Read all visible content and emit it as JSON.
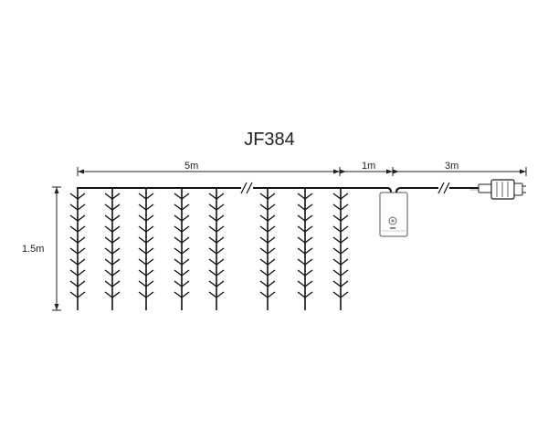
{
  "title": "JF384",
  "dimensions": {
    "length_main": "5m",
    "length_lead": "1m",
    "length_power": "3m",
    "height": "1.5m"
  },
  "colors": {
    "line": "#222222",
    "cable": "#111111",
    "controller_fill": "#ffffff",
    "controller_stroke": "#555555"
  },
  "icons": {
    "controller": "controller-box-icon",
    "plug": "power-plug-icon",
    "break": "cable-break-icon"
  }
}
